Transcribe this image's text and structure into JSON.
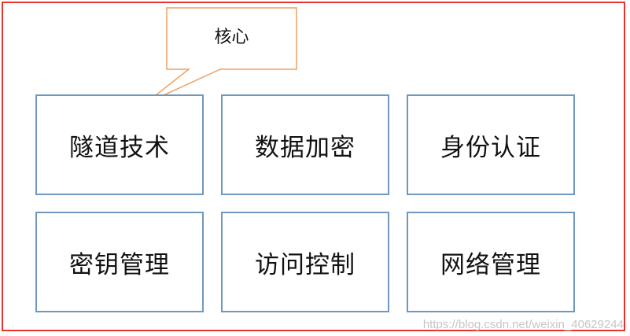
{
  "callout": {
    "label": "核心"
  },
  "modules": [
    {
      "label": "隧道技术"
    },
    {
      "label": "数据加密"
    },
    {
      "label": "身份认证"
    },
    {
      "label": "密钥管理"
    },
    {
      "label": "访问控制"
    },
    {
      "label": "网络管理"
    }
  ],
  "watermark": "https://blog.csdn.net/weixin_40629244",
  "colors": {
    "frame": "#e8322e",
    "box_border": "#6e98bd",
    "callout_border": "#f0a060"
  }
}
